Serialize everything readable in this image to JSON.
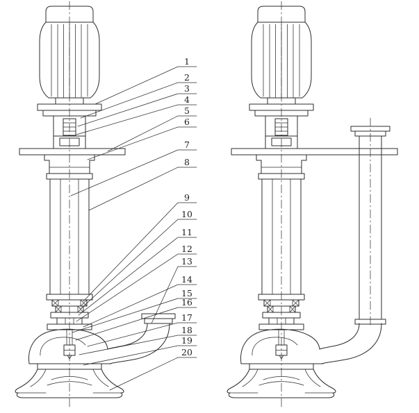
{
  "colors": {
    "ink": "#2b2b2b",
    "background": "#ffffff",
    "label": "#1e1e1e"
  },
  "callouts": [
    "1",
    "2",
    "3",
    "4",
    "5",
    "6",
    "7",
    "8",
    "9",
    "10",
    "11",
    "12",
    "13",
    "14",
    "15",
    "16",
    "17",
    "18",
    "19",
    "20"
  ]
}
